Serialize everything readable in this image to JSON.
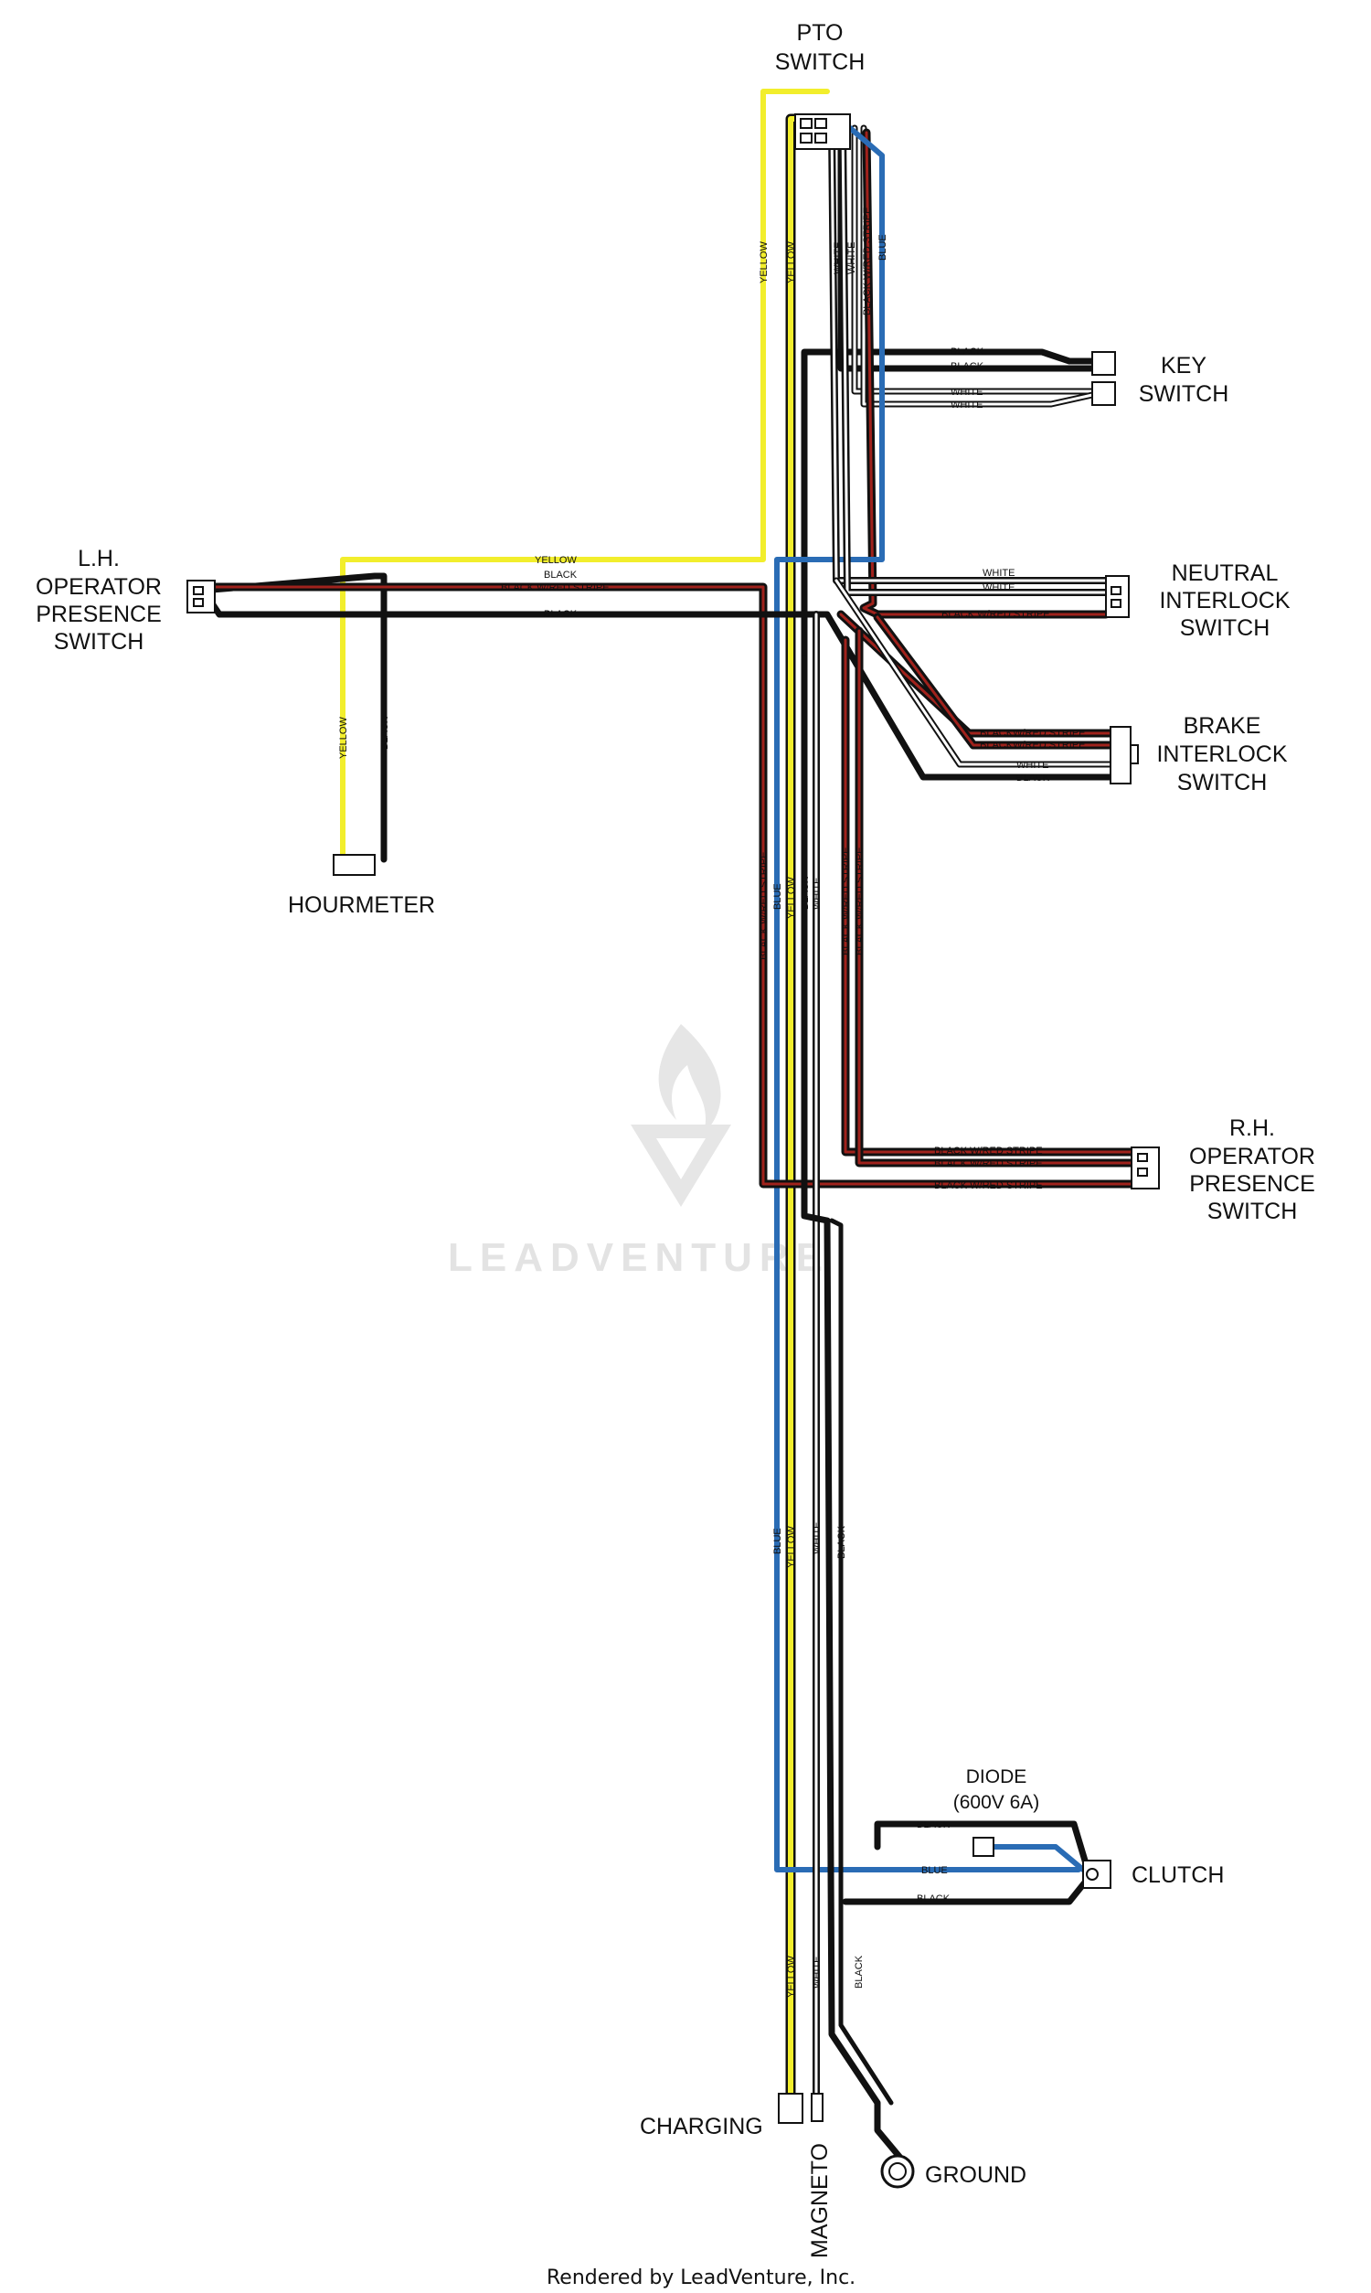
{
  "colors": {
    "black": "#111111",
    "white": "#ffffff",
    "yellow": "#f2ee2c",
    "blue": "#2a6cb5",
    "red_stripe": "#a0221c",
    "watermark": "#e3e3e3"
  },
  "components": {
    "pto_switch": [
      "PTO",
      "SWITCH"
    ],
    "key_switch": [
      "KEY",
      "SWITCH"
    ],
    "lh_operator": [
      "L.H.",
      "OPERATOR",
      "PRESENCE",
      "SWITCH"
    ],
    "neutral_interlock": [
      "NEUTRAL",
      "INTERLOCK",
      "SWITCH"
    ],
    "brake_interlock": [
      "BRAKE",
      "INTERLOCK",
      "SWITCH"
    ],
    "hourmeter": "HOURMETER",
    "rh_operator": [
      "R.H.",
      "OPERATOR",
      "PRESENCE",
      "SWITCH"
    ],
    "diode": [
      "DIODE",
      "(600V 6A)"
    ],
    "clutch": "CLUTCH",
    "charging": "CHARGING",
    "magneto": "MAGNETO",
    "ground": "GROUND"
  },
  "wire_labels": {
    "yellow": "YELLOW",
    "white": "WHITE",
    "black": "BLACK",
    "blue": "BLUE",
    "black_red": "BLACK W/RED STRIPE",
    "black_red_nospace": "BLACKW/RED STRIPE"
  },
  "watermark": "LEADVENTURE",
  "footer": "Rendered by LeadVenture, Inc."
}
